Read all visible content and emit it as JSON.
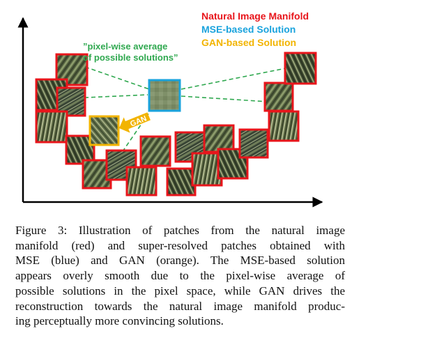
{
  "colors": {
    "natural": "#e8151b",
    "mse": "#1aa3dd",
    "gan": "#f2b400",
    "average": "#2fa84f",
    "axis": "#000000"
  },
  "legend": {
    "natural": "Natural Image Manifold",
    "mse": "MSE-based Solution",
    "gan": "GAN-based Solution"
  },
  "annotation": {
    "line1": "”pixel-wise average",
    "line2": "of possible solutions”"
  },
  "gan_arrow_label": "GAN",
  "caption": {
    "lines": [
      "Figure 3:  Illustration of patches from the natural image",
      "manifold (red) and super-resolved patches obtained with",
      "MSE (blue) and GAN (orange).  The MSE-based solution",
      "appears overly smooth due to the pixel-wise average of",
      "possible solutions in the pixel space, while GAN drives the",
      "reconstruction towards the natural image manifold produc-",
      "ing perceptually more convincing solutions."
    ]
  }
}
